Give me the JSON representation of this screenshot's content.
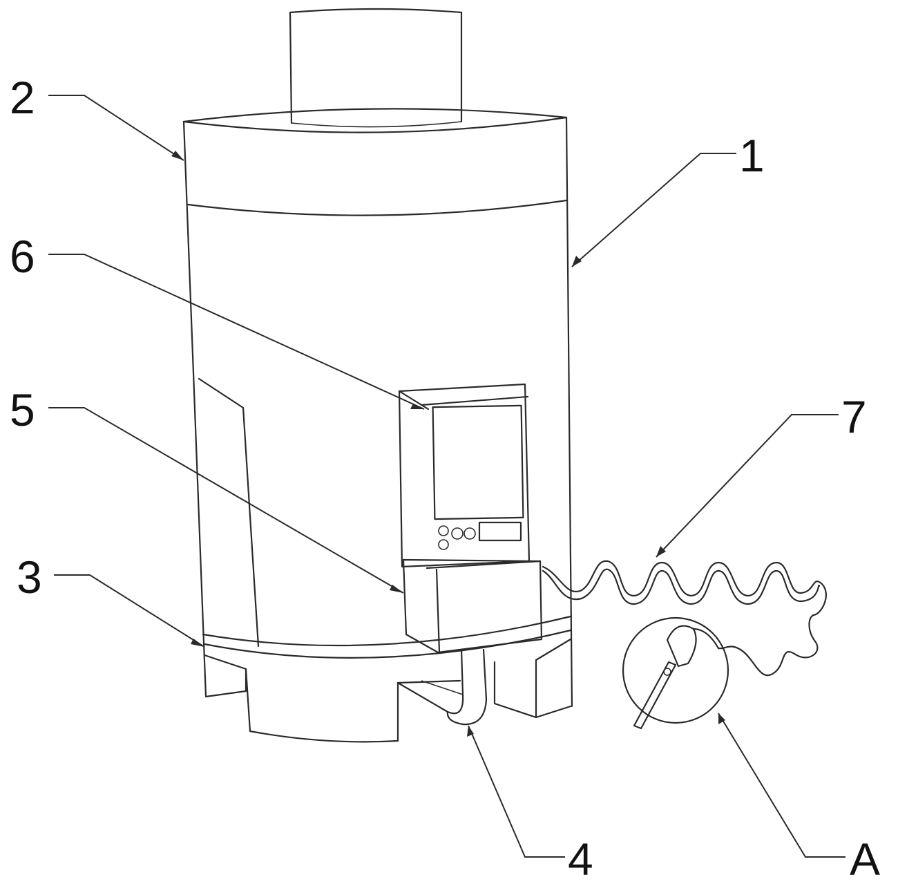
{
  "labels": {
    "part_1": "1",
    "part_2": "2",
    "part_3": "3",
    "part_4": "4",
    "part_5": "5",
    "part_6": "6",
    "part_7": "7",
    "detail_a": "A"
  },
  "colors": {
    "stroke": "#2a2a2a",
    "background": "#ffffff"
  }
}
